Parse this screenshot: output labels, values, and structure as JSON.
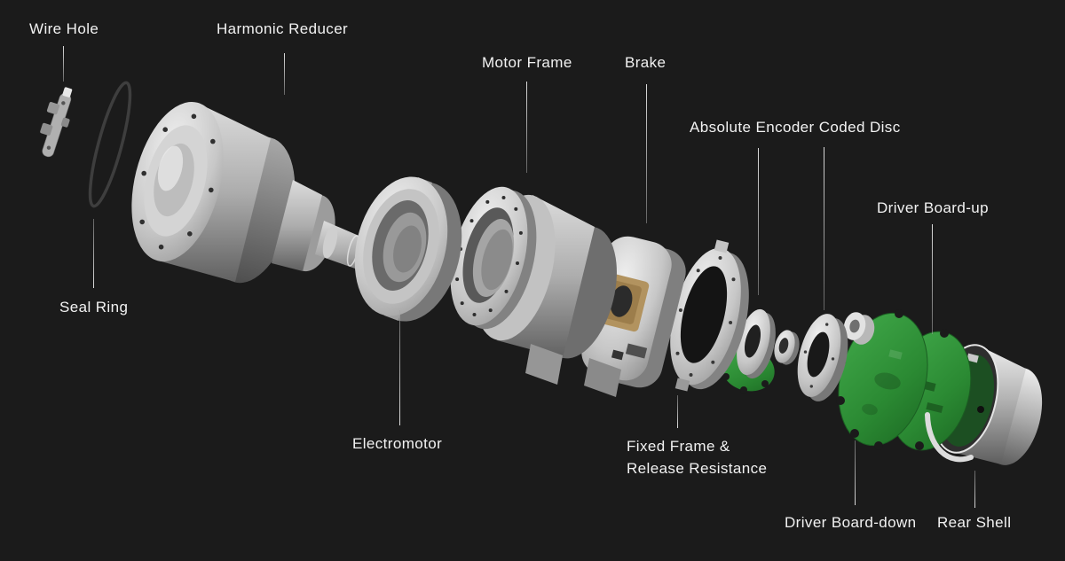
{
  "diagram": {
    "type": "exploded-view",
    "labels": {
      "wire_hole": "Wire Hole",
      "harmonic_reducer": "Harmonic Reducer",
      "motor_frame": "Motor Frame",
      "brake": "Brake",
      "absolute_encoder_coded_disc": "Absolute Encoder Coded Disc",
      "driver_board_up": "Driver Board-up",
      "seal_ring": "Seal Ring",
      "electromotor": "Electromotor",
      "fixed_frame_line1": "Fixed Frame &",
      "fixed_frame_line2": "Release Resistance",
      "driver_board_down": "Driver Board-down",
      "rear_shell": "Rear Shell"
    },
    "colors": {
      "background": "#1b1b1b",
      "label_text": "#f2f2f2",
      "leader_line": "#c4c4c4",
      "pcb_green": "#2b8a33",
      "pcb_green_dark": "#1c4f22",
      "metal_light": "#efefef",
      "metal_mid": "#adadad",
      "metal_dark": "#616161",
      "brake_window_tan": "#b2935f"
    }
  }
}
